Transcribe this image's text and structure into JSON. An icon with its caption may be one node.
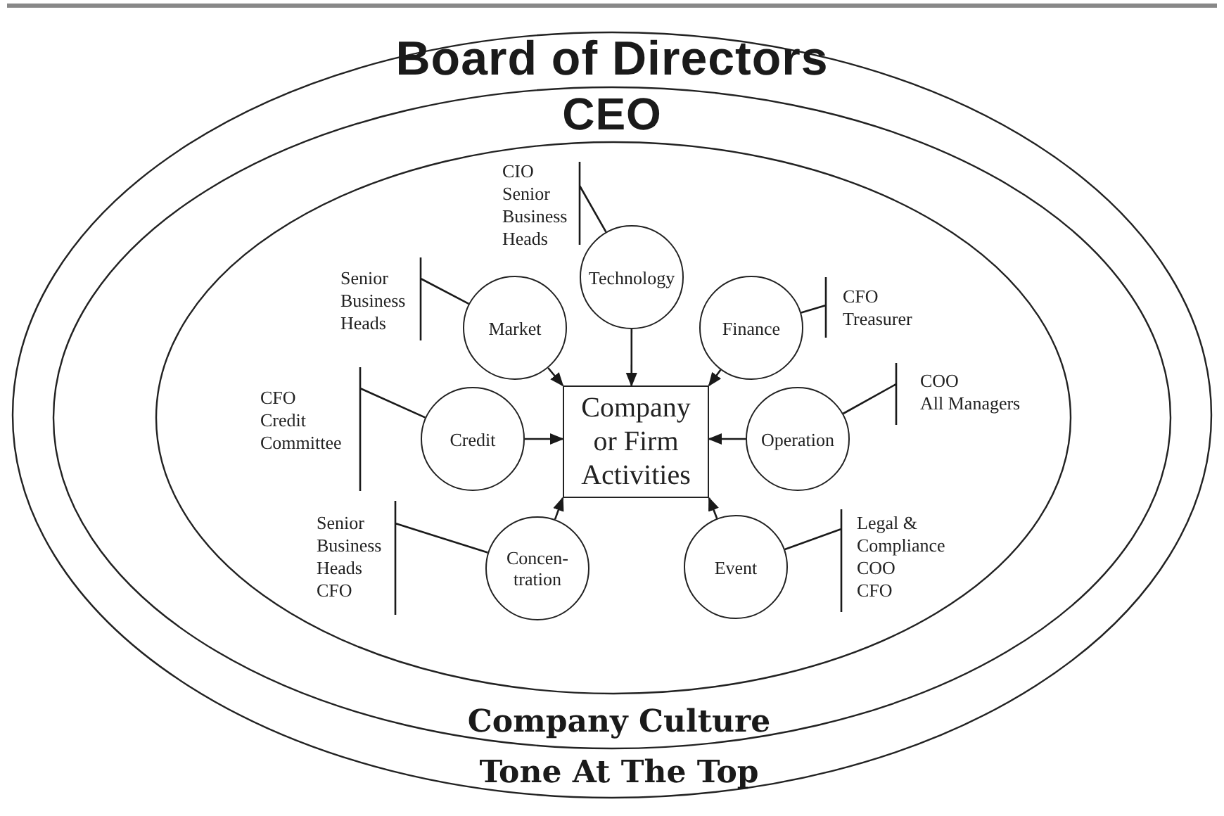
{
  "diagram": {
    "nodes": [
      {
        "text": [
          "Board of Directors",
          "Tone At The Top"
        ]
      },
      {
        "text": [
          "CEO",
          "Company Culture"
        ],
        "in": 0
      },
      {
        "text": [],
        "shape": "ellipse",
        "in": 1
      },
      {
        "text": [
          "Company or Firm Activities"
        ],
        "in": 2
      },
      {
        "text": [
          "Technology"
        ],
        "in": 2
      },
      {
        "text": [
          "Market"
        ],
        "in": 2
      },
      {
        "text": [
          "Finance"
        ],
        "in": 2
      },
      {
        "text": [
          "Credit"
        ],
        "in": 2
      },
      {
        "text": [
          "Operation"
        ],
        "in": 2
      },
      {
        "text": [
          "Concen- tration"
        ],
        "in": 2
      },
      {
        "text": [
          "Event"
        ],
        "in": 2
      },
      {
        "text": [
          "CIO Senior Business Heads"
        ],
        "in": 2
      },
      {
        "text": [
          "Senior Business Heads"
        ],
        "in": 2
      },
      {
        "text": [
          "CFO Treasurer"
        ],
        "in": 2
      },
      {
        "text": [
          "CFO Credit Committee"
        ],
        "in": 2
      },
      {
        "text": [
          "COO All Managers"
        ],
        "in": 2
      },
      {
        "text": [
          "Senior Business Heads CFO"
        ],
        "in": 2
      },
      {
        "text": [
          "Legal & Compliance COO CFO"
        ],
        "in": 2
      }
    ],
    "edges": [
      {
        "from": 4,
        "to": 3,
        "arrow": "to"
      },
      {
        "from": 5,
        "to": 3,
        "arrow": "to"
      },
      {
        "from": 6,
        "to": 3,
        "arrow": "to"
      },
      {
        "from": 7,
        "to": 3,
        "arrow": "to"
      },
      {
        "from": 8,
        "to": 3,
        "arrow": "to"
      },
      {
        "from": 9,
        "to": 3,
        "arrow": "to"
      },
      {
        "from": 10,
        "to": 3,
        "arrow": "to"
      },
      {
        "from": 11,
        "to": 4,
        "arrow": "none"
      },
      {
        "from": 12,
        "to": 5,
        "arrow": "none"
      },
      {
        "from": 13,
        "to": 6,
        "arrow": "none"
      },
      {
        "from": 14,
        "to": 7,
        "arrow": "none"
      },
      {
        "from": 15,
        "to": 8,
        "arrow": "none"
      },
      {
        "from": 16,
        "to": 9,
        "arrow": "none"
      },
      {
        "from": 17,
        "to": 10,
        "arrow": "none"
      }
    ]
  }
}
